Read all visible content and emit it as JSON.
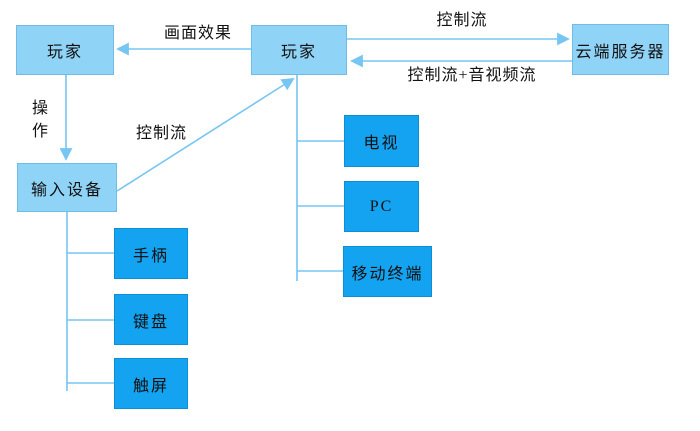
{
  "diagram": {
    "colors": {
      "background": "#FFFFFF",
      "light_box": "#8FD3F6",
      "bright_box": "#14A3F0",
      "line": "#76C5F2",
      "label_text": "#000000"
    },
    "nodes": {
      "player_left": {
        "label": "玩家"
      },
      "player_mid": {
        "label": "玩家"
      },
      "cloud_server": {
        "label": "云端服务器"
      },
      "input_device": {
        "label": "输入设备"
      },
      "gamepad": {
        "label": "手柄"
      },
      "keyboard": {
        "label": "键盘"
      },
      "touchscreen": {
        "label": "触屏"
      },
      "tv": {
        "label": "电视"
      },
      "pc": {
        "label": "PC"
      },
      "mobile": {
        "label": "移动终端"
      }
    },
    "edges": {
      "screen_effect": {
        "label": "画面效果",
        "from": "player_mid",
        "to": "player_left"
      },
      "operation": {
        "label": "操作",
        "from": "player_left",
        "to": "input_device"
      },
      "control_flow_input": {
        "label": "控制流",
        "from": "input_device",
        "to": "player_mid"
      },
      "control_flow_to_cloud": {
        "label": "控制流",
        "from": "player_mid",
        "to": "cloud_server"
      },
      "control_av_flow": {
        "label": "控制流+音视频流",
        "from": "cloud_server",
        "to": "player_mid"
      }
    },
    "hierarchies": {
      "input_device_children": [
        "手柄",
        "键盘",
        "触屏"
      ],
      "player_terminal_children": [
        "电视",
        "PC",
        "移动终端"
      ]
    }
  }
}
